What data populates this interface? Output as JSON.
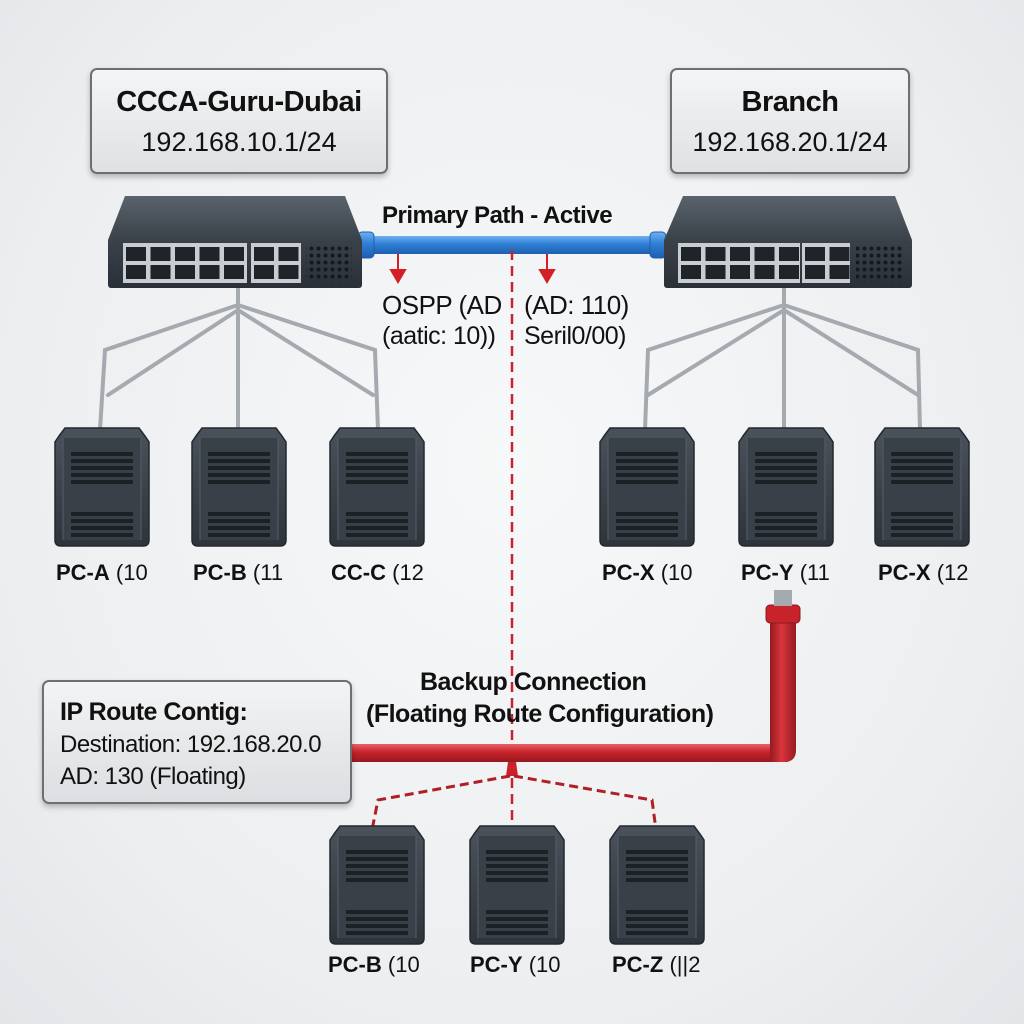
{
  "hq_router": {
    "name": "CCCA-Guru-Dubai",
    "ip": "192.168.10.1/24"
  },
  "branch_router": {
    "name": "Branch",
    "ip": "192.168.20.1/24"
  },
  "primary_path": {
    "title": "Primary Path - Active",
    "left_note_line1": "OSPP (AD",
    "left_note_line2": "(aatic: 10))",
    "right_note_line1": "(AD: 110)",
    "right_note_line2": "Seril0/00)"
  },
  "hq_pcs": [
    {
      "name": "PC-A",
      "suffix": "(10"
    },
    {
      "name": "PC-B",
      "suffix": "(11"
    },
    {
      "name": "CC-C",
      "suffix": "(12"
    }
  ],
  "branch_pcs": [
    {
      "name": "PC-X",
      "suffix": "(10"
    },
    {
      "name": "PC-Y",
      "suffix": "(11"
    },
    {
      "name": "PC-X",
      "suffix": "(12"
    }
  ],
  "backup": {
    "title_line1": "Backup Connection",
    "title_line2": "(Floating Route Configuration)"
  },
  "route_config": {
    "title": "IP Route Contig:",
    "destination": "Destination: 192.168.20.0",
    "ad": "AD: 130 (Floating)"
  },
  "backup_pcs": [
    {
      "name": "PC-B",
      "suffix": "(10"
    },
    {
      "name": "PC-Y",
      "suffix": "(10"
    },
    {
      "name": "PC-Z",
      "suffix": "(||2"
    }
  ],
  "colors": {
    "primary_link": "#2f7fd6",
    "backup_link": "#c8222a",
    "device_body": "#3a4149",
    "cable": "#a4aab0"
  }
}
